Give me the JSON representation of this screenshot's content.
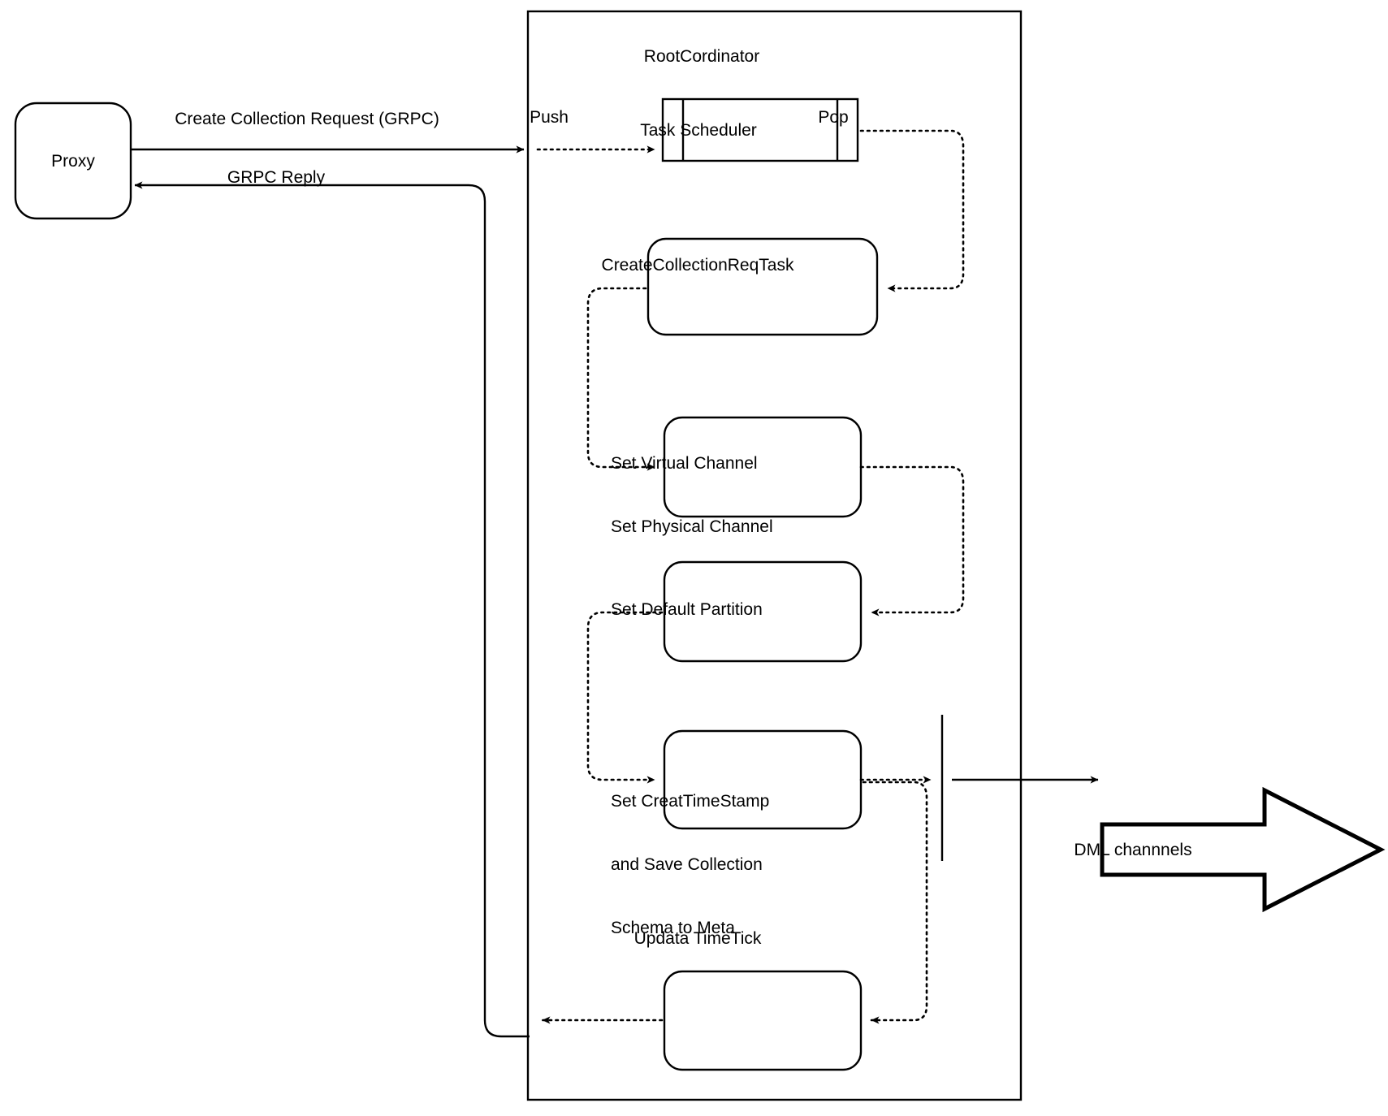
{
  "diagram": {
    "title": "RootCordinator",
    "container": {
      "label": "RootCordinator"
    },
    "external_nodes": [
      {
        "id": "proxy",
        "label": "Proxy",
        "shape": "rounded-rect"
      },
      {
        "id": "dml",
        "label": "DML channnels",
        "shape": "block-arrow"
      }
    ],
    "nodes": [
      {
        "id": "task-scheduler",
        "label": "Task Scheduler",
        "shape": "queue"
      },
      {
        "id": "create-collection-req-task",
        "label": "CreateCollectionReqTask",
        "shape": "rounded-rect"
      },
      {
        "id": "set-channels",
        "label": "Set Virtual Channel\nSet Physical Channel",
        "line1": "Set Virtual Channel",
        "line2": "Set Physical Channel",
        "shape": "rounded-rect"
      },
      {
        "id": "set-default-partition",
        "label": "Set Default Partition",
        "shape": "rounded-rect"
      },
      {
        "id": "set-createtimestamp",
        "label": "Set CreatTimeStamp and Save Collection Schema to Meta",
        "line1": "Set CreatTimeStamp",
        "line2": "and Save Collection",
        "line3": "Schema to Meta",
        "shape": "rounded-rect"
      },
      {
        "id": "updata-timetick",
        "label": "Updata TimeTick",
        "shape": "rounded-rect"
      }
    ],
    "edge_labels": [
      {
        "id": "create-collection-request",
        "label": "Create Collection Request (GRPC)"
      },
      {
        "id": "grpc-reply",
        "label": "GRPC Reply"
      },
      {
        "id": "push",
        "label": "Push"
      },
      {
        "id": "pop",
        "label": "Pop"
      }
    ],
    "colors": {
      "stroke": "#000000",
      "fill": "#ffffff",
      "text": "#000000"
    }
  }
}
